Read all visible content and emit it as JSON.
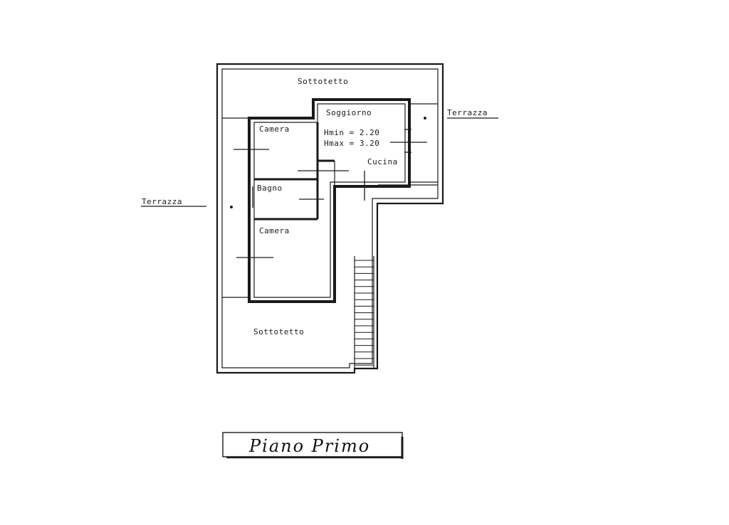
{
  "labels": {
    "sottotetto_top": "Sottotetto",
    "soggiorno": "Soggiorno",
    "h_min": "Hmin = 2.20",
    "h_max": "Hmax = 3.20",
    "terrazza_right": "Terrazza",
    "camera_top": "Camera",
    "cucina": "Cucina",
    "bagno": "Bagno",
    "terrazza_left": "Terrazza",
    "camera_bottom": "Camera",
    "sottotetto_bottom": "Sottotetto"
  },
  "title": {
    "text": "Piano Primo"
  },
  "colors": {
    "ink": "#1a1a1a",
    "paper": "#ffffff"
  }
}
